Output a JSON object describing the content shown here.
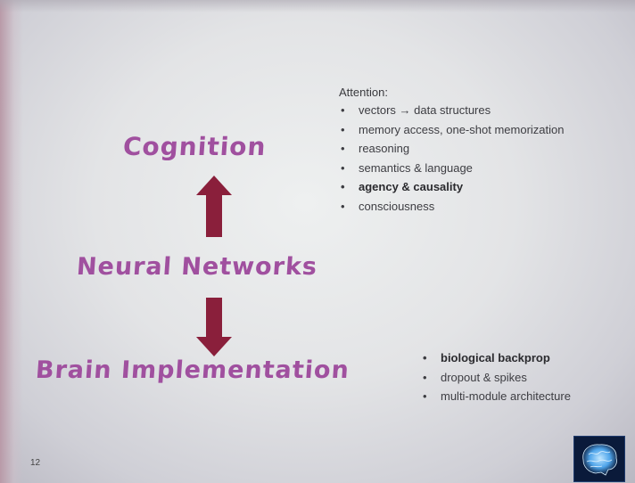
{
  "slide": {
    "labels": {
      "cognition": "Cognition",
      "neural_networks": "Neural Networks",
      "brain_implementation": "Brain Implementation"
    },
    "attention": {
      "title": "Attention:",
      "items": [
        {
          "text": "vectors → data structures",
          "bold": false
        },
        {
          "text": "memory access, one-shot memorization",
          "bold": false
        },
        {
          "text": "reasoning",
          "bold": false
        },
        {
          "text": "semantics & language",
          "bold": false
        },
        {
          "text": "agency & causality",
          "bold": true
        },
        {
          "text": "consciousness",
          "bold": false
        }
      ]
    },
    "brain_items": [
      {
        "text": "biological backprop",
        "bold": true
      },
      {
        "text": "dropout & spikes",
        "bold": false
      },
      {
        "text": "multi-module architecture",
        "bold": false
      }
    ],
    "page_number": "12"
  },
  "colors": {
    "handwriting": "#a0509f",
    "arrow": "#8a1f3b",
    "background": "#e6e7e9",
    "logo_background": "#0a1a3a"
  },
  "icons": {
    "arrows": [
      "up-arrow-icon",
      "down-arrow-icon"
    ],
    "logo": "brain-logo-icon"
  }
}
